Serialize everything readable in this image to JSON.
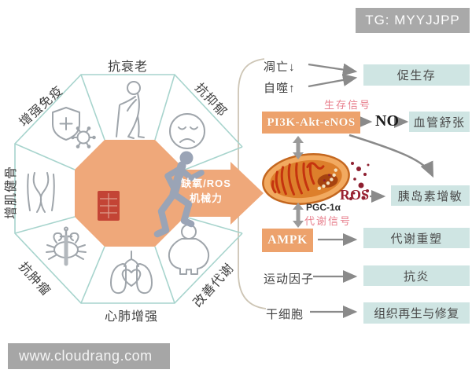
{
  "badge": {
    "text": "TG: MYYJJPP"
  },
  "watermark": {
    "text": "www.cloudrang.com"
  },
  "octagon": {
    "stimuli": [
      "缺氧/ROS",
      "机械力"
    ],
    "benefits": [
      {
        "label": "抗衰老",
        "icon": "elderly-icon"
      },
      {
        "label": "抗抑郁",
        "icon": "sad-face-icon"
      },
      {
        "label": "增强免疫",
        "icon": "shield-virus-icon"
      },
      {
        "label": "增肌健骨",
        "icon": "joint-icon"
      },
      {
        "label": "抗肿瘤",
        "icon": "crab-sword-icon"
      },
      {
        "label": "心肺增强",
        "icon": "heart-lungs-icon"
      },
      {
        "label": "改善代谢",
        "icon": "obese-person-icon"
      }
    ]
  },
  "pathway": {
    "apoptosis": "凋亡↓",
    "autophagy": "自噬↑",
    "survival_signal": "生存信号",
    "metabolic_signal": "代谢信号",
    "pi3k": "PI3K-Akt-eNOS",
    "no": "NO",
    "ros": "ROS",
    "pgc1a": "PGC-1α",
    "ampk": "AMPK",
    "myokines": "运动因子",
    "stem_cells": "干细胞",
    "outcomes": {
      "pro_survival": "促生存",
      "vasodilation": "血管舒张",
      "insulin_sensitization": "胰岛素增敏",
      "metabolic_remodeling": "代谢重塑",
      "anti_inflammation": "抗炎",
      "tissue_repair": "组织再生与修复"
    }
  },
  "colors": {
    "orange": "#eda26c",
    "teal_box": "#cfe5e3",
    "outline_teal": "#a7d4cd",
    "pink": "#e8808e",
    "dark_red": "#9a2232",
    "arrow_gray": "#8a8a8a",
    "icon_gray": "#9fa5ab",
    "runner_gray": "#9aa4b6",
    "badge_gray": "#a9a9a9"
  }
}
